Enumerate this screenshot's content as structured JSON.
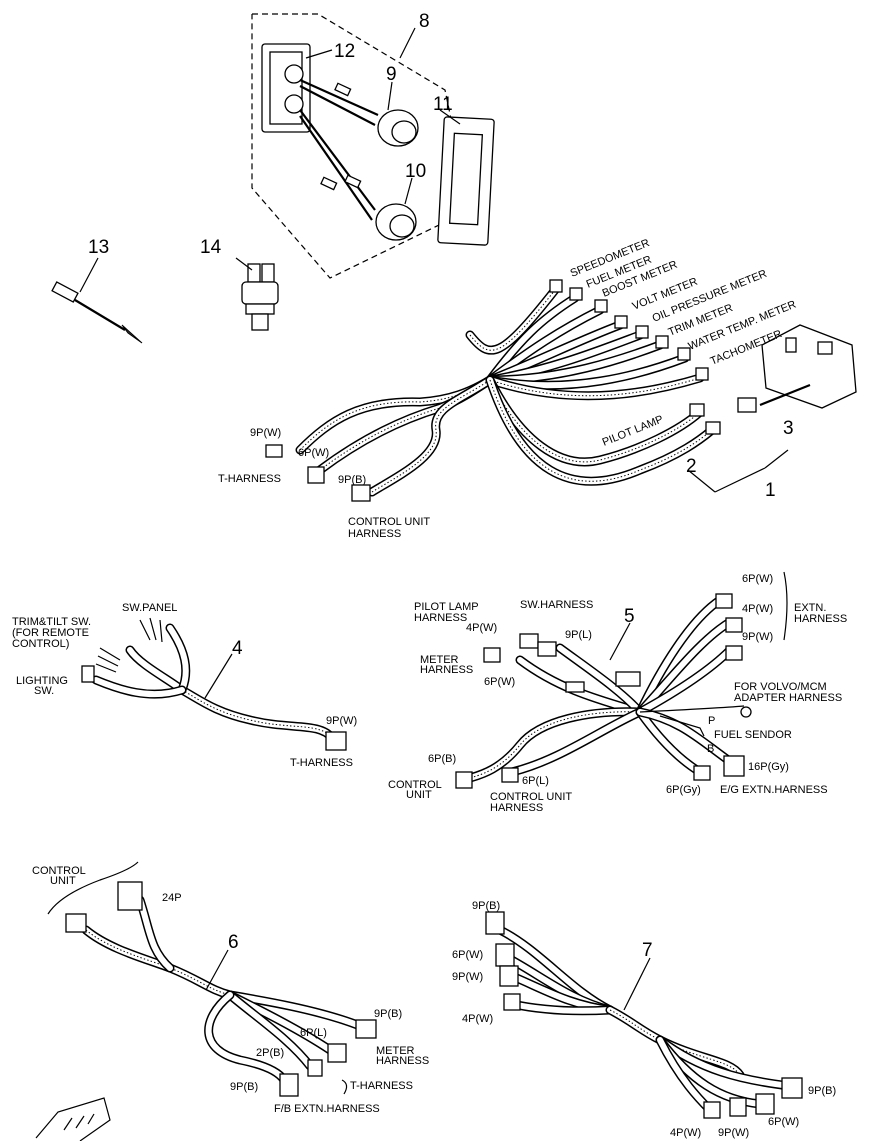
{
  "callouts": {
    "n1": "1",
    "n2": "2",
    "n3": "3",
    "n4": "4",
    "n5": "5",
    "n6": "6",
    "n7": "7",
    "n8": "8",
    "n9": "9",
    "n10": "10",
    "n11": "11",
    "n12": "12",
    "n13": "13",
    "n14": "14"
  },
  "main_harness": {
    "meters": [
      "SPEEDOMETER",
      "FUEL METER",
      "BOOST METER",
      "VOLT METER",
      "OIL PRESSURE METER",
      "TRIM METER",
      "WATER TEMP. METER",
      "TACHOMETER"
    ],
    "pilot_lamp": "PILOT LAMP",
    "conn_9pw": "9P(W)",
    "conn_6pw": "6P(W)",
    "t_harness": "T-HARNESS",
    "conn_9pb": "9P(B)",
    "control_unit_harness_1": "CONTROL UNIT",
    "control_unit_harness_2": "HARNESS"
  },
  "harness4": {
    "sw_panel": "SW.PANEL",
    "trim_tilt_1": "TRIM&TILT SW.",
    "trim_tilt_2": "(FOR REMOTE",
    "trim_tilt_3": "CONTROL)",
    "lighting_1": "LIGHTING",
    "lighting_2": "SW.",
    "conn_9pw": "9P(W)",
    "t_harness": "T-HARNESS"
  },
  "harness5": {
    "pilot_lamp_1": "PILOT LAMP",
    "pilot_lamp_2": "HARNESS",
    "sw_harness": "SW.HARNESS",
    "c_4pw_left": "4P(W)",
    "c_9pl": "9P(L)",
    "meter_1": "METER",
    "meter_2": "HARNESS",
    "c_6pw_mid": "6P(W)",
    "c_6pw_ext": "6P(W)",
    "c_4pw_ext": "4P(W)",
    "c_9pw_ext": "9P(W)",
    "extn_1": "EXTN.",
    "extn_2": "HARNESS",
    "volvo_1": "FOR VOLVO/MCM",
    "volvo_2": "ADAPTER HARNESS",
    "p": "P",
    "fuel_sendor": "FUEL SENDOR",
    "b": "B",
    "c_16pgy": "16P(Gy)",
    "c_6pgy": "6P(Gy)",
    "eg_extn": "E/G EXTN.HARNESS",
    "c_6pb": "6P(B)",
    "control_unit_1": "CONTROL",
    "control_unit_2": "UNIT",
    "c_6pl": "6P(L)",
    "cu_harness_1": "CONTROL UNIT",
    "cu_harness_2": "HARNESS"
  },
  "harness6": {
    "control_unit_1": "CONTROL",
    "control_unit_2": "UNIT",
    "c_24p": "24P",
    "c_9pb_top": "9P(B)",
    "c_6pl": "6P(L)",
    "c_2pb": "2P(B)",
    "meter_1": "METER",
    "meter_2": "HARNESS",
    "t_harness": "T-HARNESS",
    "c_9pb_bot": "9P(B)",
    "fb_extn": "F/B EXTN.HARNESS"
  },
  "harness7": {
    "c_9pb": "9P(B)",
    "c_6pw": "6P(W)",
    "c_9pw": "9P(W)",
    "c_4pw": "4P(W)",
    "c_9pb_r": "9P(B)",
    "c_6pw_r": "6P(W)",
    "c_9pw_r": "9P(W)",
    "c_4pw_r": "4P(W)"
  }
}
